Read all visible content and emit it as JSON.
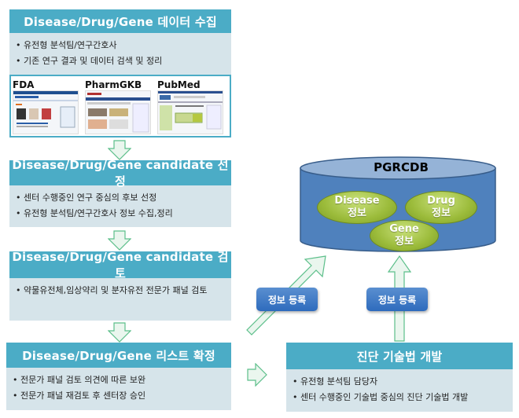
{
  "steps": [
    {
      "title": "Disease/Drug/Gene 데이터 수집",
      "bullets": [
        "유전형 분석팀/연구간호사",
        "기존 연구 결과 및 데이터 검색 및 정리"
      ]
    },
    {
      "title": "Disease/Drug/Gene candidate 선정",
      "bullets": [
        "센터 수행중인 연구 중심의 후보 선정",
        "유전형 분석팀/연구간호사 정보 수집,정리"
      ]
    },
    {
      "title": "Disease/Drug/Gene candidate 검토",
      "bullets": [
        "약물유전체,임상약리 및 분자유전 전문가 패널 검토"
      ]
    },
    {
      "title": "Disease/Drug/Gene 리스트 확정",
      "bullets": [
        "전문가 패널  검토 의견에 따른 보완",
        "전문가 패널 재검토 후 센터장 승인"
      ]
    }
  ],
  "sources": [
    {
      "label": "FDA",
      "icon": "fda-website-screenshot"
    },
    {
      "label": "PharmGKB",
      "icon": "pharmgkb-website-screenshot"
    },
    {
      "label": "PubMed",
      "icon": "pubmed-website-screenshot"
    }
  ],
  "diagnosis": {
    "title": "진단 기술법 개발",
    "bullets": [
      "유전형 분석팀 담당자",
      "센터 수행중인 기술법 중심의 진단 기술법 개발"
    ]
  },
  "database": {
    "name": "PGRCDB",
    "items": [
      {
        "line1": "Disease",
        "line2": "정보"
      },
      {
        "line1": "Drug",
        "line2": "정보"
      },
      {
        "line1": "Gene",
        "line2": "정보"
      }
    ]
  },
  "register_labels": [
    "정보 등록",
    "정보 등록"
  ],
  "colors": {
    "header": "#4bacc6",
    "body": "#d6e4ea",
    "cylinder": "#4f81bd",
    "ellipse": "#9bbb59",
    "arrow_fill": "#e8f5ec",
    "arrow_stroke": "#5cbf8a"
  }
}
